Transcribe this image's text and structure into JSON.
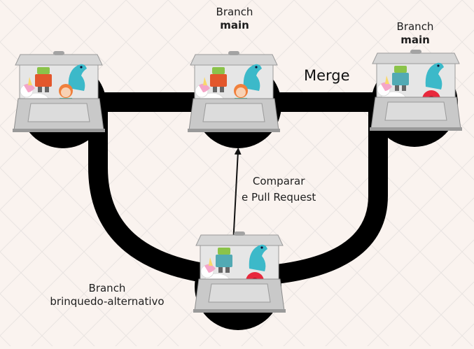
{
  "labels": {
    "top": {
      "keyword": "Branch",
      "name": "main"
    },
    "right": {
      "keyword": "Branch",
      "name": "main"
    },
    "bottom": {
      "keyword": "Branch",
      "name": "brinquedo-alternativo"
    },
    "merge": "Merge",
    "compare_line1": "Comparar",
    "compare_line2": "e Pull Request"
  },
  "colors": {
    "background": "#faf3ef",
    "track": "#000000",
    "box": "#b9b9b9",
    "box_dark": "#8d8d8d",
    "unicorn": "#f4a6c8",
    "dino": "#3cb9c9",
    "robot_left": "#e3572c",
    "robot_right": "#52aab4",
    "doll_dress": "#3fbf8a",
    "yoyo": "#e8283c"
  },
  "nodes": [
    {
      "id": "left",
      "toys": [
        "robot-red",
        "dinosaur",
        "unicorn",
        "doll"
      ]
    },
    {
      "id": "center",
      "toys": [
        "robot-red",
        "dinosaur",
        "unicorn",
        "doll"
      ]
    },
    {
      "id": "right",
      "toys": [
        "robot-teal",
        "dinosaur",
        "unicorn",
        "yoyo"
      ]
    },
    {
      "id": "bottom",
      "toys": [
        "robot-teal",
        "dinosaur",
        "unicorn",
        "yoyo"
      ]
    }
  ]
}
